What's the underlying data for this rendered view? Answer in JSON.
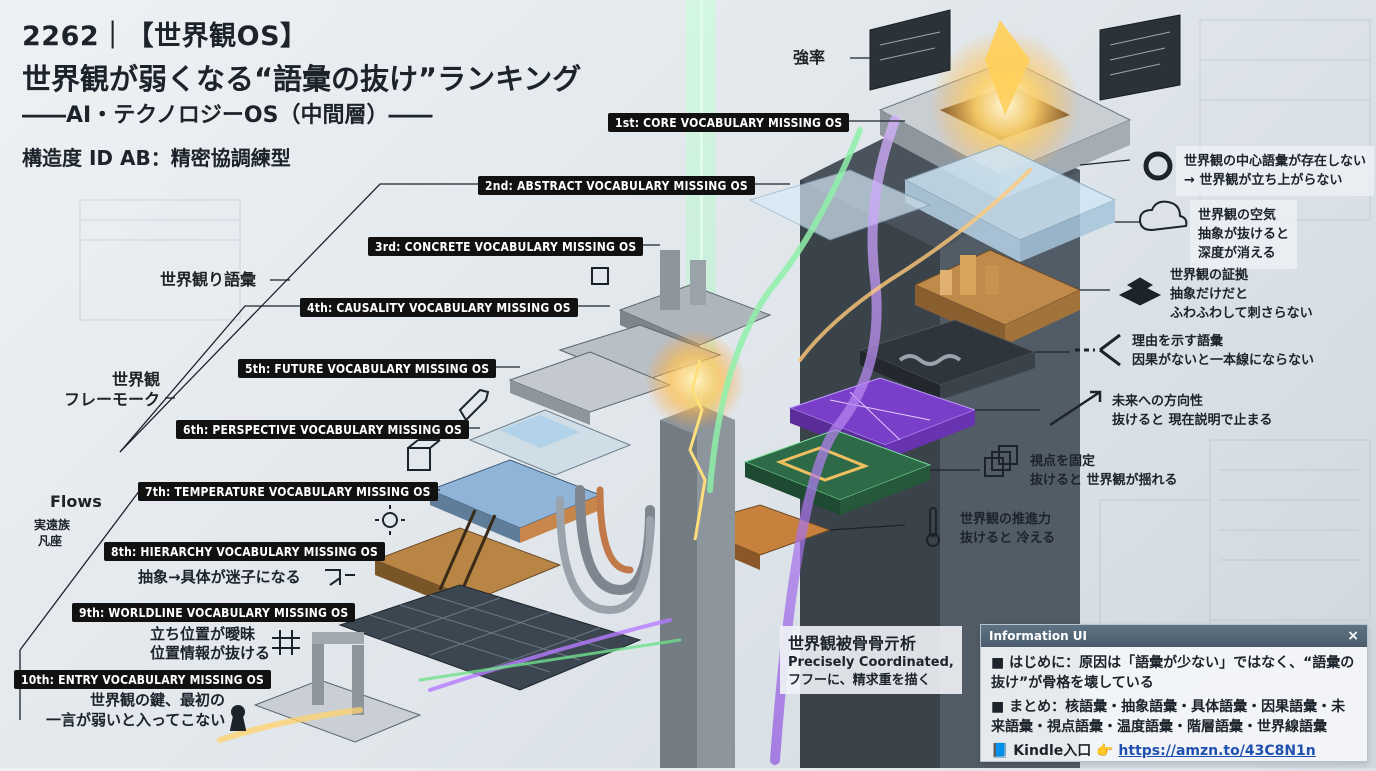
{
  "title": {
    "line1": "2262｜【世界観OS】",
    "line2": "世界観が弱くなる“語彙の抜け”ランキング",
    "line3": "――AI・テクノロジーOS（中間層）――",
    "line4": "構造度 ID AB：精密協調練型"
  },
  "side_labels": {
    "world_vocab": "世界観り語彙",
    "framework_line1": "世界観",
    "framework_line2": "フレーモーク",
    "flows": "Flows",
    "flows_sub1": "実遠族",
    "flows_sub2": "凡座"
  },
  "top_label": "強率",
  "ranks": [
    "1st: CORE VOCABULARY MISSING OS",
    "2nd: ABSTRACT VOCABULARY MISSING OS",
    "3rd: CONCRETE VOCABULARY MISSING OS",
    "4th: CAUSALITY VOCABULARY MISSING OS",
    "5th: FUTURE VOCABULARY MISSING OS",
    "6th: PERSPECTIVE VOCABULARY MISSING OS",
    "7th: TEMPERATURE VOCABULARY MISSING OS",
    "8th: HIERARCHY VOCABULARY MISSING OS",
    "9th: WORLDLINE VOCABULARY MISSING OS",
    "10th: ENTRY VOCABULARY MISSING OS"
  ],
  "right_annotations": [
    {
      "line1": "世界観の中心語彙が存在しない",
      "line2": "→ 世界観が立ち上がらない",
      "line3": ""
    },
    {
      "line1": "世界観の空気",
      "line2": "抽象が抜けると",
      "line3": "深度が消える"
    },
    {
      "line1": "世界観の証拠",
      "line2": "抽象だけだと",
      "line3": "ふわふわして刺さらない"
    },
    {
      "line1": "理由を示す語彙",
      "line2": "因果がないと一本線にならない",
      "line3": ""
    },
    {
      "line1": "未来への方向性",
      "line2": "抜けると 現在説明で止まる",
      "line3": ""
    },
    {
      "line1": "視点を固定",
      "line2": "抜けると 世界観が揺れる",
      "line3": ""
    },
    {
      "line1": "世界観の推進力",
      "line2": "抜けると 冷える",
      "line3": ""
    }
  ],
  "left_annotations": {
    "hierarchy": "抽象→具体が迷子になる",
    "worldline_1": "立ち位置が曖昧",
    "worldline_2": "位置情報が抜ける",
    "entry_1": "世界観の鍵、最初の",
    "entry_2": "一言が弱いと入ってこない"
  },
  "coord_box": {
    "heading": "世界観被骨骨亓析",
    "line1": "Precisely Coordinated,",
    "line2": "フフーに、精求重を描く"
  },
  "info_panel": {
    "title": "Information UI",
    "close": "×",
    "p1": "■ はじめに：原因は「語彙が少ない」ではなく、“語彙の抜け”が骨格を壊している",
    "p2": "■ まとめ：核語彙・抽象語彙・具体語彙・因果語彙・未来語彙・視点語彙・温度語彙・階層語彙・世界線語彙",
    "kindle_label": "📘 Kindle入口 👉 ",
    "kindle_url": "https://amzn.to/43C8N1n"
  },
  "colors": {
    "glow_purple": "#b57bff",
    "glow_green": "#6fe08c",
    "glow_orange": "#ffb347",
    "dark_block": "#3b444d",
    "rank_bg": "#111111"
  }
}
